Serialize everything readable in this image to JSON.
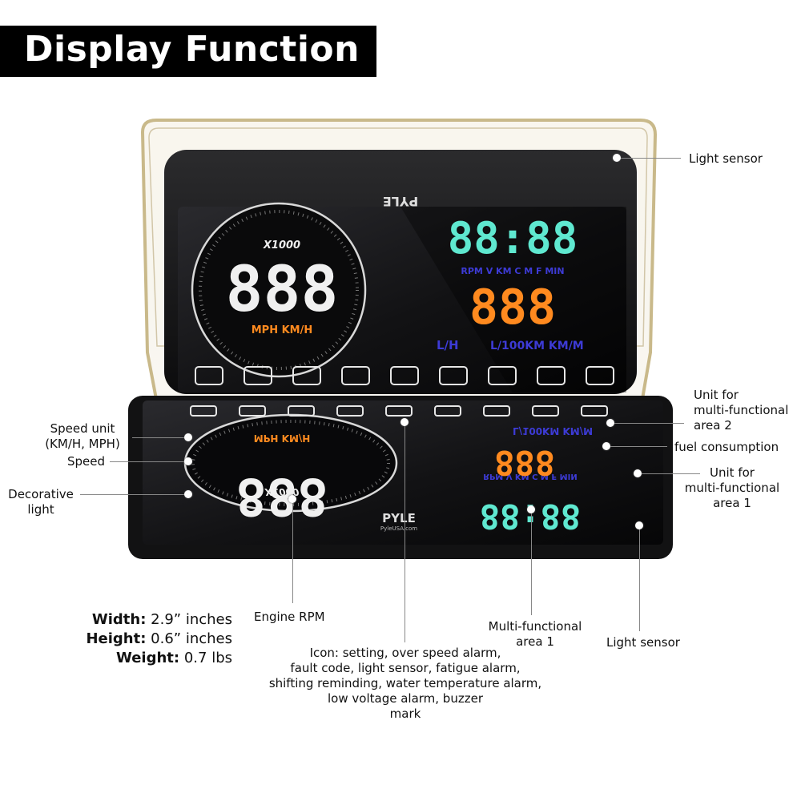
{
  "title": "Display Function",
  "labels": {
    "light_sensor_top": "Light sensor",
    "unit_area2": [
      "Unit for",
      "multi-functional",
      "area 2"
    ],
    "fuel_consumption": "fuel consumption",
    "unit_area1": [
      "Unit for",
      "multi-functional",
      "area 1"
    ],
    "speed_unit": [
      "Speed unit",
      "(KM/H, MPH)"
    ],
    "speed": "Speed",
    "decorative_light": [
      "Decorative",
      "light"
    ],
    "engine_rpm": "Engine RPM",
    "multi_area1": [
      "Multi-functional",
      "area 1"
    ],
    "light_sensor_bottom": "Light sensor",
    "icons": [
      "Icon: setting, over speed alarm,",
      "fault code, light sensor, fatigue alarm,",
      "shifting reminding, water temperature alarm,",
      "low voltage alarm, buzzer",
      "mark"
    ]
  },
  "specs": {
    "width_key": "Width:",
    "width_val": "2.9” inches",
    "height_key": "Height:",
    "height_val": "0.6” inches",
    "weight_key": "Weight:",
    "weight_val": "0.7 lbs"
  },
  "device": {
    "brand": "PYLE",
    "brand_url": "PyleUSA.com",
    "rpm_multiplier": "X1000",
    "speed_units": "MPH   KM/H",
    "area1_units": "RPM   V  KM   C   M   F   MIN",
    "fuel_unit_lh": "L/H",
    "fuel_unit_rest": "L/100KM KM/M",
    "main_digits": "888",
    "top_digits": "88:88",
    "fuel_digits": "888"
  },
  "colors": {
    "cyan": "#5fe8d0",
    "orange": "#ff8a1f",
    "blue": "#3d3bd6",
    "frame": "#c9b98a"
  }
}
